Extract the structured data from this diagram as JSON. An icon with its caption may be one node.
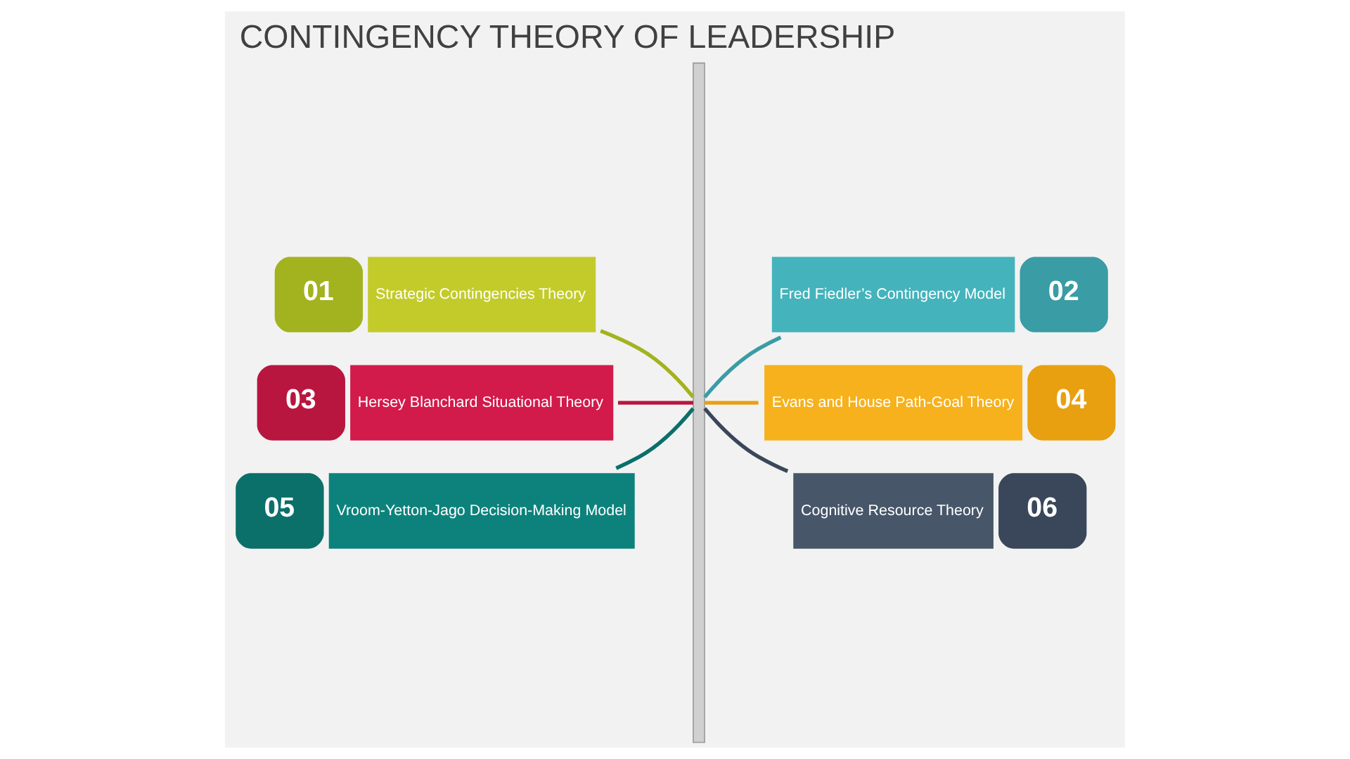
{
  "diagram": {
    "title": "CONTINGENCY THEORY OF LEADERSHIP",
    "nodes": [
      {
        "text": [],
        "shape": "bar"
      },
      {
        "text": [
          "01",
          "Strategic Contingencies Theory"
        ]
      },
      {
        "text": [
          "Fred Fiedler’s Contingency Model",
          "02"
        ]
      },
      {
        "text": [
          "03",
          "Hersey Blanchard Situational Theory"
        ]
      },
      {
        "text": [
          "Evans and House Path-Goal Theory",
          "04"
        ]
      },
      {
        "text": [
          "05",
          "Vroom-Yetton-Jago Decision-Making Model"
        ]
      },
      {
        "text": [
          "Cognitive Resource Theory",
          "06"
        ]
      }
    ],
    "edges": [
      {
        "from": 1,
        "to": 0,
        "arrow": "none",
        "color": "#a3b21f"
      },
      {
        "from": 0,
        "to": 2,
        "arrow": "none",
        "color": "#3a9ca5"
      },
      {
        "from": 3,
        "to": 0,
        "arrow": "none",
        "color": "#b8163f"
      },
      {
        "from": 0,
        "to": 4,
        "arrow": "none",
        "color": "#e8a010"
      },
      {
        "from": 5,
        "to": 0,
        "arrow": "none",
        "color": "#0b6f6a"
      },
      {
        "from": 0,
        "to": 6,
        "arrow": "none",
        "color": "#3a475a"
      }
    ]
  }
}
